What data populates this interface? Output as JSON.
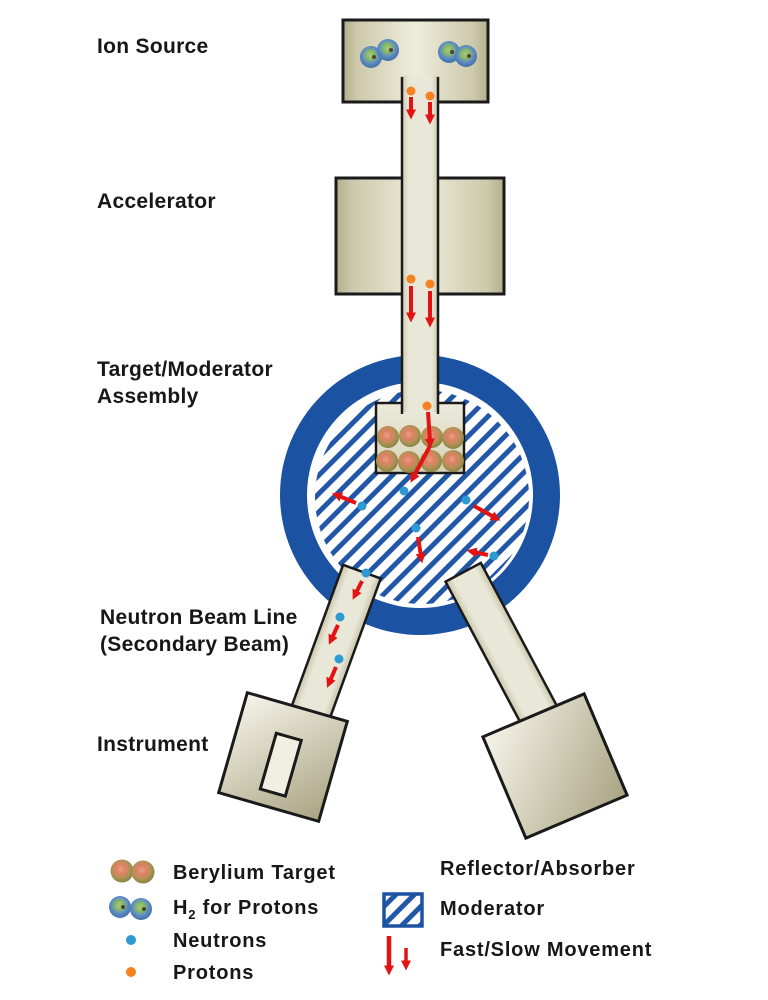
{
  "labels": {
    "ion_source": "Ion Source",
    "accelerator": "Accelerator",
    "target_moderator_1": "Target/Moderator",
    "target_moderator_2": "Assembly",
    "neutron_beam_1": "Neutron Beam Line",
    "neutron_beam_2": "(Secondary Beam)",
    "instrument": "Instrument"
  },
  "legend": {
    "left": [
      {
        "label": "Berylium Target",
        "swatch": "berylium-atoms"
      },
      {
        "h": "H",
        "sub": "2",
        "rest": " for Protons",
        "swatch": "h2-atoms"
      },
      {
        "label": "Neutrons",
        "swatch": "neutron-dot"
      },
      {
        "label": "Protons",
        "swatch": "proton-dot"
      }
    ],
    "right": [
      {
        "label": "Reflector/Absorber",
        "swatch": "none"
      },
      {
        "label": "Moderator",
        "swatch": "hatched-square"
      },
      {
        "label": "Fast/Slow Movement",
        "swatch": "red-arrows"
      }
    ]
  },
  "colors": {
    "reflector_blue": "#1b52a2",
    "hatch_blue": "#2257a7",
    "neutron_blue": "#2f9ad2",
    "proton_orange": "#f5821f",
    "arrow_red": "#e31313",
    "panel_tan": "#e9e7d8",
    "outline": "#1a1a1a"
  }
}
